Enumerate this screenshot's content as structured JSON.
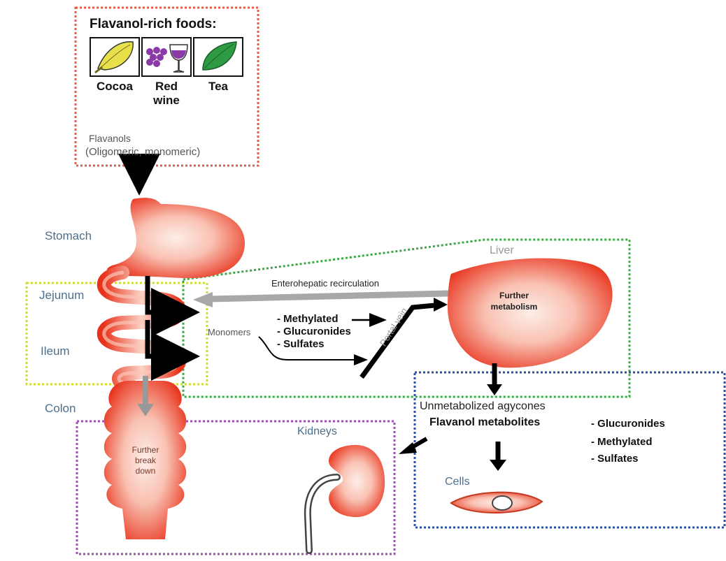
{
  "foods": {
    "title": "Flavanol-rich foods:",
    "items": [
      {
        "label": "Cocoa",
        "icon": "cocoa-pod-icon",
        "color": "#e8e04a"
      },
      {
        "label": "Red\nwine",
        "icon": "grapes-wine-icon",
        "color": "#8a3aa6"
      },
      {
        "label": "Tea",
        "icon": "tea-leaf-icon",
        "color": "#2e9a43"
      }
    ],
    "flavanols_line1": "Flavanols",
    "flavanols_line2": "(Oligomeric, monomeric)"
  },
  "organs": {
    "stomach": "Stomach",
    "jejunum": "Jejunum",
    "ileum": "Ileum",
    "colon": "Colon",
    "colon_inside": "Further\nbreak\ndown",
    "liver": "Liver",
    "liver_inside": "Further\nmetabolism",
    "kidneys": "Kidneys",
    "cells": "Cells"
  },
  "flows": {
    "enterohepatic": "Enterohepatic recirculation",
    "monomers": "Monomers",
    "monomer_forms": [
      "- Methylated",
      "- Glucuronides",
      "- Sulfates"
    ],
    "portal_vein": "Portal vein",
    "unmetabolized": "Unmetabolized agycones",
    "flavanol_metabolites": "Flavanol metabolites",
    "metabolite_forms": [
      "- Glucuronides",
      "- Methylated",
      "- Sulfates"
    ]
  },
  "colors": {
    "organ_fill_outer": "#e8331c",
    "organ_fill_inner": "#fde4dc",
    "foods_box": "#e0604a",
    "intestine_box": "#cddc39",
    "liver_box": "#39a845",
    "kidney_box": "#a04fb5",
    "cells_box": "#2b4fa8",
    "arrow_black": "#000000",
    "arrow_grey": "#a8a8a8"
  }
}
